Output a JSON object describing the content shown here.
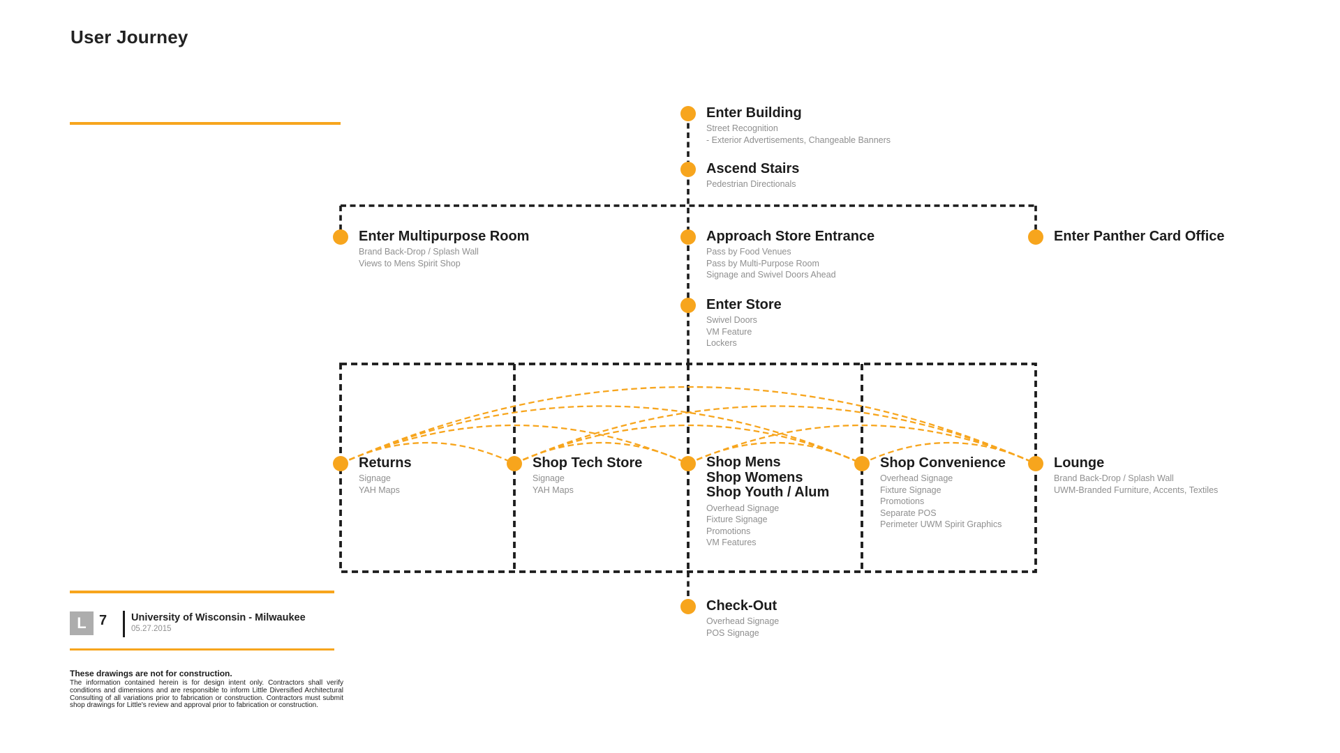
{
  "header": {
    "title": "User Journey"
  },
  "colors": {
    "accent_orange": "#F7A51D",
    "line_black": "#1C1C1C",
    "detail_gray": "#8F8F8F",
    "logo_gray": "#ADADAD"
  },
  "nodes": {
    "enter_building": {
      "title": "Enter Building",
      "details": [
        "Street Recognition",
        "- Exterior Advertisements, Changeable Banners"
      ]
    },
    "ascend_stairs": {
      "title": "Ascend Stairs",
      "details": [
        "Pedestrian Directionals"
      ]
    },
    "enter_multipurpose_room": {
      "title": "Enter Multipurpose Room",
      "details": [
        "Brand Back-Drop / Splash Wall",
        "Views to Mens Spirit Shop"
      ]
    },
    "approach_store_entrance": {
      "title": "Approach Store Entrance",
      "details": [
        "Pass by Food Venues",
        "Pass by Multi-Purpose Room",
        "Signage and Swivel Doors Ahead"
      ]
    },
    "enter_panther_card_office": {
      "title": "Enter Panther Card Office"
    },
    "enter_store": {
      "title": "Enter Store",
      "details": [
        "Swivel Doors",
        "VM Feature",
        "Lockers"
      ]
    },
    "returns": {
      "title": "Returns",
      "details": [
        "Signage",
        "YAH Maps"
      ]
    },
    "shop_tech_store": {
      "title": "Shop Tech Store",
      "details": [
        "Signage",
        "YAH Maps"
      ]
    },
    "shop_mens": {
      "title_lines": [
        "Shop Mens",
        "Shop Womens",
        "Shop Youth / Alum"
      ],
      "details": [
        "Overhead Signage",
        "Fixture Signage",
        "Promotions",
        "VM Features"
      ]
    },
    "shop_convenience": {
      "title": "Shop Convenience",
      "details": [
        "Overhead Signage",
        "Fixture Signage",
        "Promotions",
        "Separate POS",
        "Perimeter UWM Spirit Graphics"
      ]
    },
    "lounge": {
      "title": "Lounge",
      "details": [
        "Brand Back-Drop / Splash Wall",
        "UWM-Branded Furniture, Accents, Textiles"
      ]
    },
    "check_out": {
      "title": "Check-Out",
      "details": [
        "Overhead Signage",
        "POS Signage"
      ]
    }
  },
  "footer": {
    "logo_letter": "L",
    "page_number": "7",
    "client": "University of Wisconsin - Milwaukee",
    "date": "05.27.2015"
  },
  "disclaimer": {
    "heading": "These drawings are not for construction.",
    "body": "The information contained herein is for design intent only.  Contractors shall verify conditions and dimensions and are responsible to inform Little Diversified Architectural Consulting of all variations prior to fabrication or construction.  Contractors must submit shop drawings for Little's review and approval prior to fabrication or construction."
  }
}
